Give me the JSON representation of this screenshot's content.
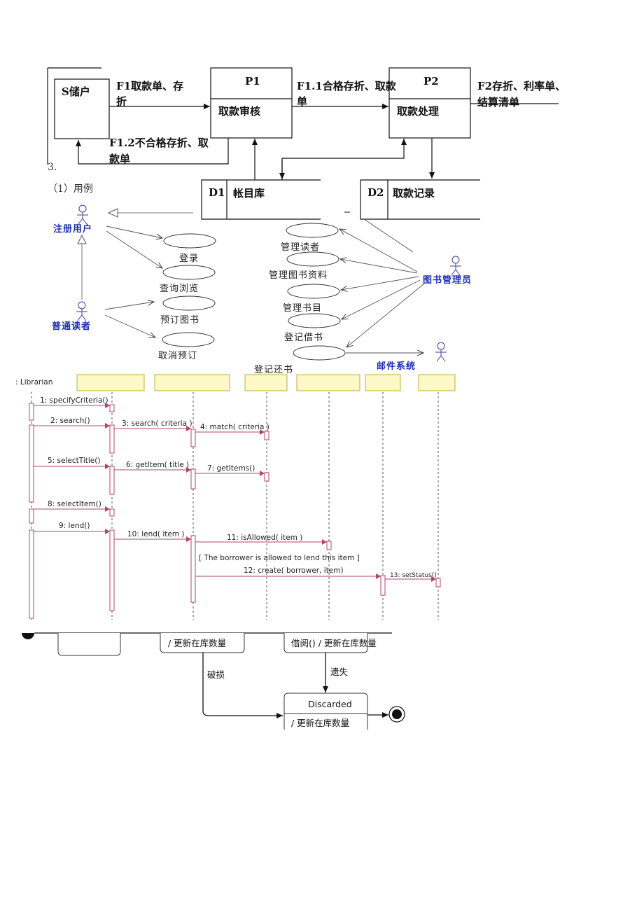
{
  "dfd": {
    "store_s": "S储户",
    "p1_id": "P1",
    "p1_name": "取款审核",
    "p2_id": "P2",
    "p2_name": "取款处理",
    "flow_f1_l1": "F1取款单、存",
    "flow_f1_l2": "折",
    "flow_f11_l1": "F1.1合格存折、取款",
    "flow_f11_l2": "单",
    "flow_f2_l1": "F2存折、利率单、",
    "flow_f2_l2": "结算清单",
    "flow_f12_l1": "F1.2不合格存折、取",
    "flow_f12_l2": "款单",
    "d1_id": "D1",
    "d1_name": "帐目库",
    "d2_id": "D2",
    "d2_name": "取款记录"
  },
  "text": {
    "section_num": "3.",
    "subsection": "（1）用例"
  },
  "usecase": {
    "actor_registered": "注册用户",
    "actor_reader": "普通读者",
    "actor_librarian": "图书管理员",
    "actor_mail": "邮件系统",
    "uc_login": "登录",
    "uc_query": "查询浏览",
    "uc_reserve": "预订图书",
    "uc_cancel": "取消预订",
    "uc_manage_reader": "管理读者",
    "uc_manage_book": "管理图书资料",
    "uc_manage_catalog": "管理书目",
    "uc_borrow": "登记借书",
    "uc_return": "登记还书"
  },
  "sequence": {
    "actor": ": Librarian",
    "msg1": "1: specifyCriteria()",
    "msg2": "2: search()",
    "msg3": "3: search( criteria )",
    "msg4": "4: match( criteria )",
    "msg5": "5: selectTitle()",
    "msg6": "6: getItem( title )",
    "msg7": "7: getItems()",
    "msg8": "8: selectItem()",
    "msg9": "9: lend()",
    "msg10": "10: lend( item )",
    "msg11": "11: isAllowed( item )",
    "guard": "[ The borrower is allowed to lend this item ]",
    "msg12": "12: create( borrower, item)",
    "msg13": "13: setStatus()"
  },
  "statechart": {
    "action1": "/ 更新在库数量",
    "action2": "借阅() / 更新在库数量",
    "evt_damaged": "破损",
    "evt_lost": "遗失",
    "state_discarded": "Discarded",
    "discarded_action": "/ 更新在库数量"
  }
}
